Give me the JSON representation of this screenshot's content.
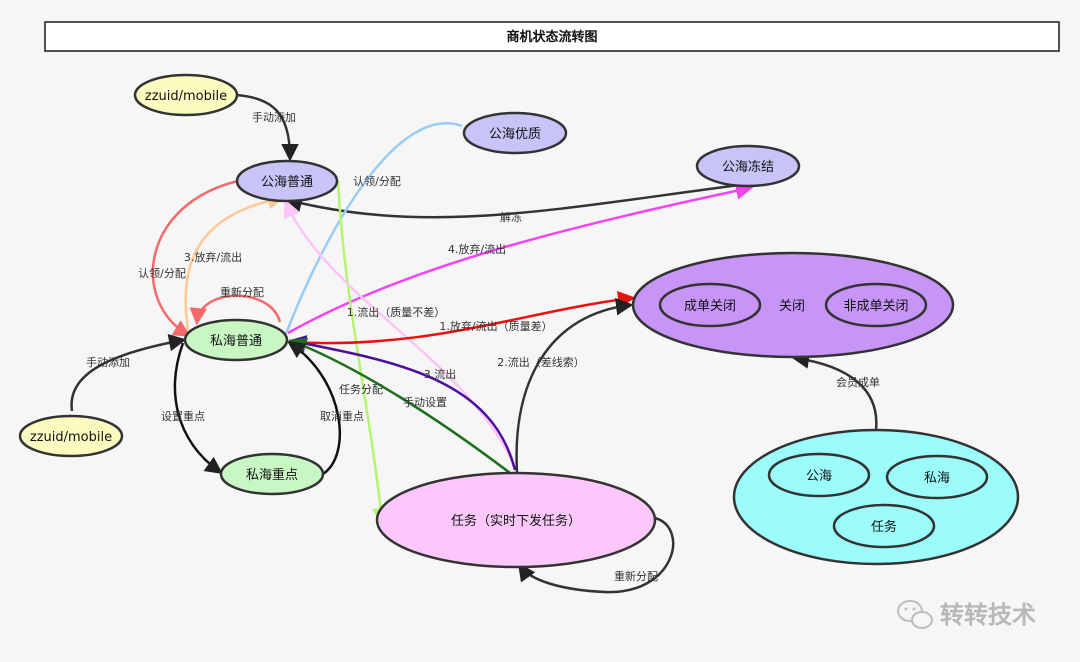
{
  "title": "商机状态流转图",
  "nodes": {
    "zzuid_top": "zzuid/mobile",
    "zzuid_left": "zzuid/mobile",
    "public_normal": "公海普通",
    "public_quality": "公海优质",
    "public_frozen": "公海冻结",
    "private_normal": "私海普通",
    "private_key": "私海重点",
    "task": "任务（实时下发任务）",
    "closed_group": "关闭",
    "closed_deal": "成单关闭",
    "closed_nondeal": "非成单关闭",
    "member_public": "公海",
    "member_private": "私海",
    "member_task": "任务"
  },
  "edges": {
    "manual_add_top": "手动添加",
    "manual_add_left": "手动添加",
    "claim_assign_right": "认领/分配",
    "claim_assign_left": "认领/分配",
    "abandon_outflow_3": "3.放弃/流出",
    "reassign_private": "重新分配",
    "unfreeze": "解冻",
    "abandon_outflow_4": "4.放弃/流出",
    "outflow_quality_1": "1.流出（质量不差）",
    "abandon_quality_1": "1.放弃/流出（质量差）",
    "outflow_leads_2": "2.流出（差线索）",
    "outflow_3": "3.流出",
    "task_assign": "任务分配",
    "manual_set": "手动设置",
    "set_key": "设置重点",
    "cancel_key": "取消重点",
    "member_deal": "会员成单",
    "reassign_task": "重新分配"
  },
  "colors": {
    "public_node": "#c8c4f7",
    "private_node": "#c9f7c4",
    "zzuid_node": "#fbfbbf",
    "task_node": "#fcc8fc",
    "closed_group": "#c795f7",
    "member_group": "#9cfbfb",
    "red": "#f46a6a",
    "orange": "#ffc993",
    "pink_light": "#fcc5f8",
    "blue": "#9acbf3",
    "magenta": "#f542f5",
    "lime": "#b4f472",
    "bright_red": "#ec1010",
    "purple": "#4b0f9a",
    "green": "#1d6f1d"
  },
  "watermark": "转转技术"
}
